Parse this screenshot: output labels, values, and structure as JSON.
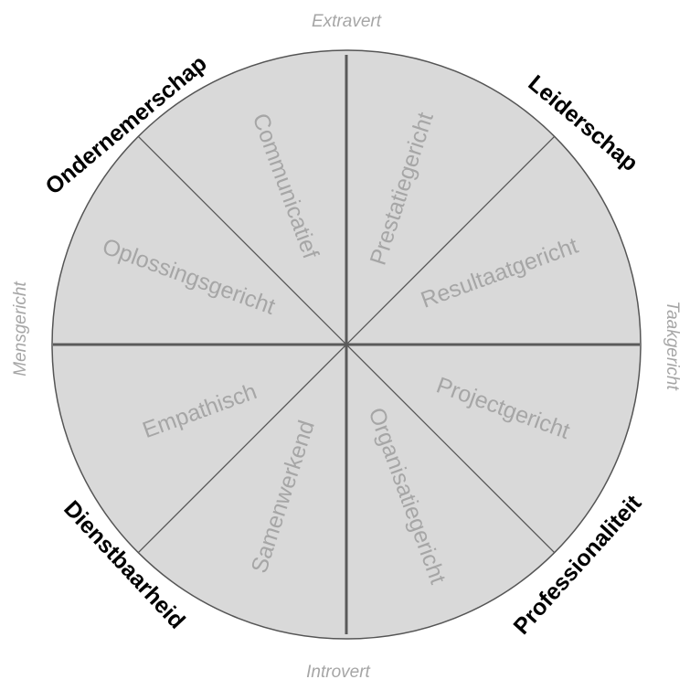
{
  "colors": {
    "wheel_fill": "#d9d9d9",
    "wheel_outline": "#555555",
    "divider": "#555555",
    "segment_text": "#a6a6a6",
    "axis_text": "#a6a6a6",
    "quadrant_text": "#000000"
  },
  "axes": {
    "top": "Extravert",
    "bottom": "Introvert",
    "left": "Mensgericht",
    "right": "Taakgericht"
  },
  "quadrants": {
    "top_left": "Ondernemerschap",
    "top_right": "Leiderschap",
    "bottom_left": "Dienstbaarheid",
    "bottom_right": "Professionaliteit"
  },
  "segments": [
    "Prestatiegericht",
    "Resultaatgericht",
    "Projectgericht",
    "Organisatiegericht",
    "Samenwerkend",
    "Empathisch",
    "Oplossingsgericht",
    "Communicatief"
  ]
}
